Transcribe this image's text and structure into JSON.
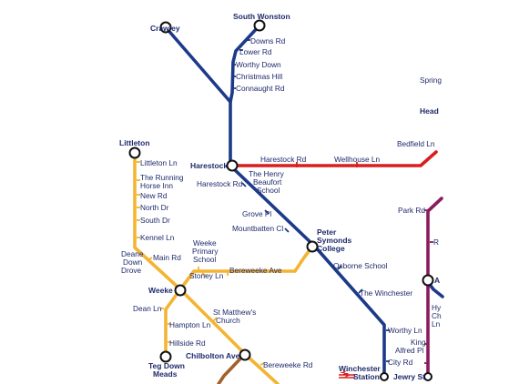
{
  "map": {
    "colors": {
      "blue": "#1d3a8a",
      "red": "#d81e1e",
      "yellow": "#f3b431",
      "purple": "#8a1c5c",
      "brown": "#a0612a",
      "text": "#1f2a6b",
      "rail_icon": "#d81e1e"
    },
    "stations": {
      "crawley": "Crawley",
      "south_wonston": "South Wonston",
      "downs_rd": "Downs Rd",
      "lower_rd": "Lower Rd",
      "worthy_down": "Worthy Down",
      "christmas_hill": "Christmas Hill",
      "connaught_rd": "Connaught Rd",
      "spring": "Spring",
      "head": "Head",
      "littleton": "Littleton",
      "littleton_ln": "Littleton Ln",
      "running_horse_1": "The Running",
      "running_horse_2": "Horse Inn",
      "new_rd": "New Rd",
      "north_dr": "North Dr",
      "south_dr": "South Dr",
      "kennel_ln": "Kennel Ln",
      "deane_down_1": "Deane",
      "deane_down_2": "Down",
      "deane_down_3": "Drove",
      "main_rd": "Main Rd",
      "harestock": "Harestock",
      "harestock_rd_red": "Harestock Rd",
      "wellhouse_ln": "Wellhouse Ln",
      "bedfield_ln": "Bedfield Ln",
      "harestock_rd_blue": "Harestock Rd",
      "henry_beaufort_1": "The Henry",
      "henry_beaufort_2": "Beaufort",
      "henry_beaufort_3": "School",
      "grove_pl": "Grove Pl",
      "mountbatten_cl": "Mountbatten Cl",
      "peter_symonds_1": "Peter",
      "peter_symonds_2": "Symonds",
      "peter_symonds_3": "College",
      "weeke_primary_1": "Weeke",
      "weeke_primary_2": "Primary",
      "weeke_primary_3": "School",
      "bereweeke_ave": "Bereweeke Ave",
      "osborne_school": "Osborne School",
      "stoney_ln": "Stoney Ln",
      "weeke": "Weeke",
      "the_winchester": "The Winchester",
      "dean_ln": "Dean Ln",
      "st_matthews_1": "St Matthew's",
      "st_matthews_2": "Church",
      "hampton_ln": "Hampton Ln",
      "worthy_ln": "Worthy Ln",
      "hillside_rd": "Hillside Rd",
      "teg_down_1": "Teg Down",
      "teg_down_2": "Meads",
      "chilbolton_ave": "Chilbolton Ave",
      "bereweeke_rd": "Bereweeke Rd",
      "winchester_station_1": "Winchester",
      "winchester_station_2": "Station",
      "city_rd": "City Rd",
      "jewry_st": "Jewry St",
      "park_rd": "Park Rd",
      "hy": "Hy",
      "ch": "Ch",
      "ln": "Ln",
      "king": "King",
      "alfred_pl": "Alfred Pl",
      "r": "R",
      "a": "A"
    }
  }
}
